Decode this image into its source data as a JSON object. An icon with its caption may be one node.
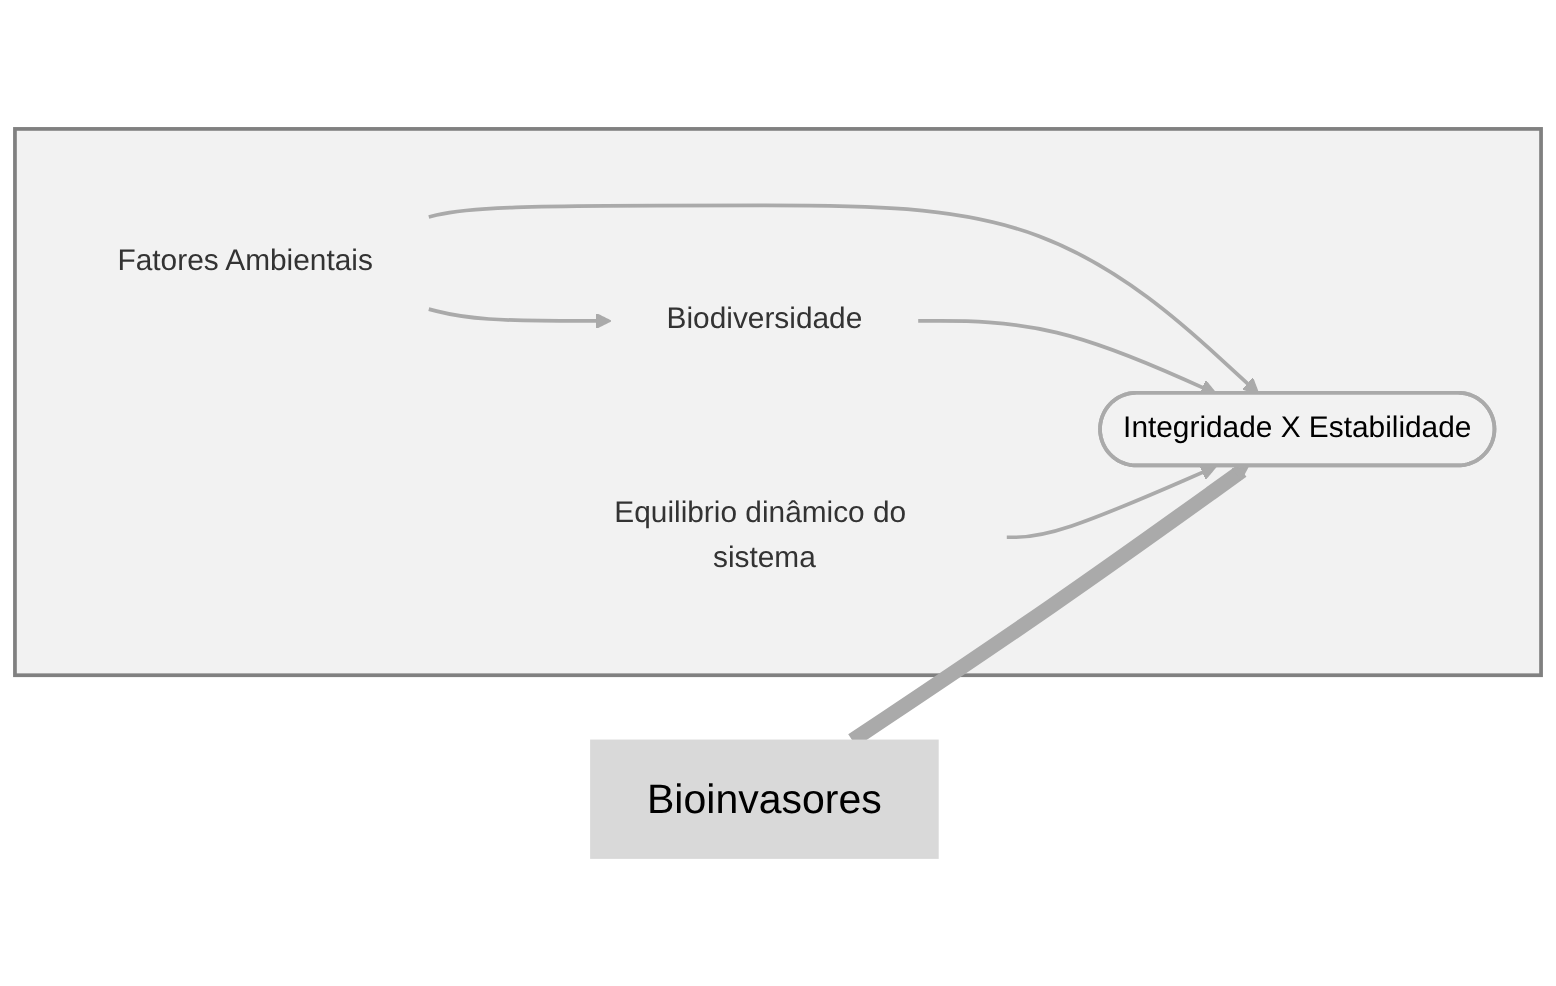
{
  "diagram": {
    "nodes": [
      {
        "text": [],
        "shape": "box"
      },
      {
        "text": [
          "Fatores Ambientais"
        ],
        "in": 0
      },
      {
        "text": [
          "Biodiversidade"
        ],
        "in": 0
      },
      {
        "text": [
          "Integridade X Estabilidade"
        ],
        "in": 0
      },
      {
        "text": [
          "Equilibrio dinâmico do sistema"
        ],
        "in": 0
      },
      {
        "text": [
          "Bioinvasores"
        ]
      }
    ],
    "edges": [
      {
        "from": 1,
        "to": 2,
        "arrow": "to"
      },
      {
        "from": 1,
        "to": 3,
        "arrow": "to"
      },
      {
        "from": 2,
        "to": 3,
        "arrow": "to"
      },
      {
        "from": 4,
        "to": 3,
        "arrow": "to"
      },
      {
        "from": 5,
        "to": 3,
        "arrow": "to",
        "style": "thick"
      }
    ]
  }
}
